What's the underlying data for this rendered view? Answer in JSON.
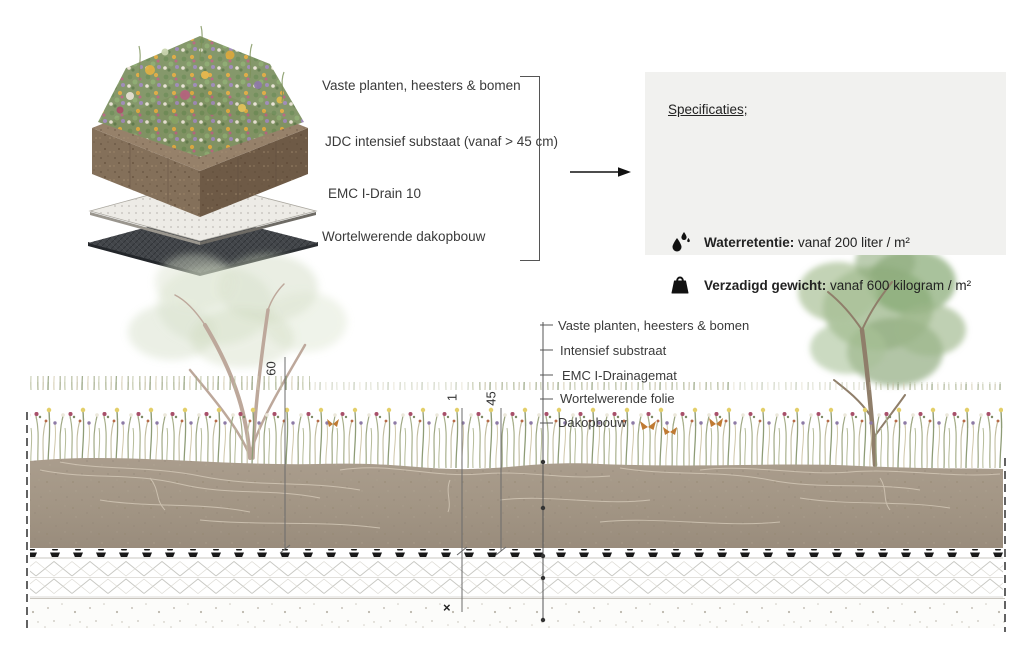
{
  "exploded": {
    "labels": [
      "Vaste planten, heesters & bomen",
      "JDC intensief substaat (vanaf > 45 cm)",
      "EMC I-Drain 10",
      "Wortelwerende dakopbouw"
    ]
  },
  "specs": {
    "title": "Specificaties;",
    "items": [
      {
        "icon": "water-drops-icon",
        "label": "Waterretentie:",
        "value": " vanaf 200 liter / m²"
      },
      {
        "icon": "weight-icon",
        "label": "Verzadigd gewicht:",
        "value": " vanaf 600 kilogram / m²"
      }
    ]
  },
  "section": {
    "labels": [
      "Vaste planten, heesters & bomen",
      "Intensief substraat",
      "EMC I-Drainagemat",
      "Wortelwerende folie",
      "Dakopbouw"
    ],
    "dimensions": {
      "total": "60",
      "drain": "1",
      "substrate": "45"
    },
    "bottom_mark": "×"
  },
  "colors": {
    "panel_bg": "#f1f1ef",
    "line": "#555555",
    "substrate_brown": "#96816a",
    "soil": "#a59888",
    "membrane_dark": "#43464a"
  }
}
